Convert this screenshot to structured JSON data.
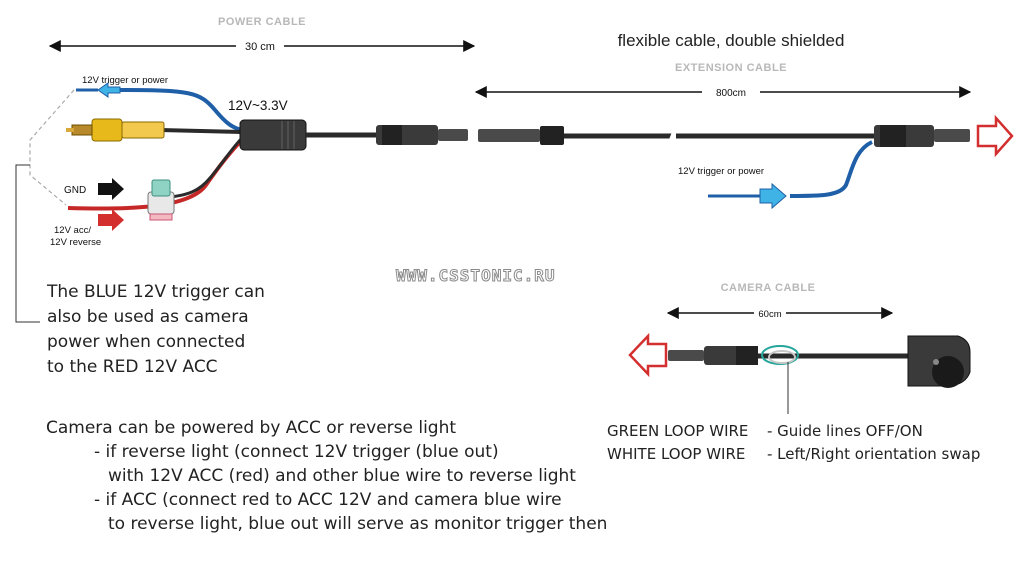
{
  "power_cable": {
    "header": "POWER CABLE",
    "length": "30 cm",
    "voltage": "12V~3.3V",
    "trigger_label": "12V  trigger or power",
    "gnd_label": "GND",
    "acc_label_line1": "12V acc/",
    "acc_label_line2": "12V reverse"
  },
  "extension_cable": {
    "title": "flexible cable, double shielded",
    "header": "EXTENSION CABLE",
    "length": "800cm",
    "trigger_label": "12V  trigger or power"
  },
  "camera_cable": {
    "header": "CAMERA CABLE",
    "length": "60cm"
  },
  "blue_note": {
    "line1": "The BLUE 12V trigger can",
    "line2": "also be used as camera",
    "line3": "power when connected",
    "line4": "to the RED 12V ACC"
  },
  "power_note": {
    "line1": "Camera can be powered by ACC or reverse light",
    "line2": "- if reverse light (connect 12V trigger (blue out)",
    "line3": "with 12V ACC (red) and other blue wire to reverse light",
    "line4": "- if ACC (connect red to ACC 12V and camera blue wire",
    "line5": "to reverse light, blue out will serve as monitor trigger then"
  },
  "loop_wires": {
    "green_name": "GREEN LOOP WIRE",
    "green_desc": "- Guide lines OFF/ON",
    "white_name": "WHITE LOOP WIRE",
    "white_desc": "- Left/Right orientation swap"
  },
  "watermark": "WWW.CSSTONIC.RU",
  "colors": {
    "wire_black": "#2a2a2a",
    "wire_blue": "#1f5fa8",
    "wire_red": "#c62828",
    "wire_yellow": "#e8b91a",
    "arrow_cyan": "#3fb3e6",
    "arrow_red": "#d32f2f",
    "header_gray": "#b8b8b8"
  }
}
